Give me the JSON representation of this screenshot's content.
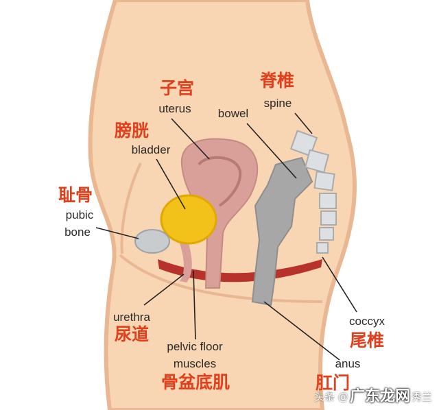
{
  "labels": {
    "uterus_zh": "子宫",
    "uterus_en": "uterus",
    "bladder_zh": "膀胱",
    "bladder_en": "bladder",
    "pubic_zh": "耻骨",
    "pubic_en_1": "pubic",
    "pubic_en_2": "bone",
    "spine_zh": "脊椎",
    "spine_en": "spine",
    "bowel_en": "bowel",
    "coccyx_en": "coccyx",
    "coccyx_zh": "尾椎",
    "anus_en": "anus",
    "anus_zh": "肛门",
    "urethra_en": "urethra",
    "urethra_zh": "尿道",
    "pelvic_en_1": "pelvic floor",
    "pelvic_en_2": "muscles",
    "pelvic_zh": "骨盆底肌"
  },
  "watermark": {
    "source": "头条 @",
    "suffix": "秀兰",
    "site": "广东龙网"
  },
  "colors": {
    "skin": "#f8d5b3",
    "skin_edge": "#e9b792",
    "label_zh": "#e0401c",
    "uterus": "#d9a09a",
    "bladder": "#f2c21a",
    "muscle": "#b8322c",
    "bowel": "#a7a7a7",
    "bone": "#c9ccce"
  }
}
